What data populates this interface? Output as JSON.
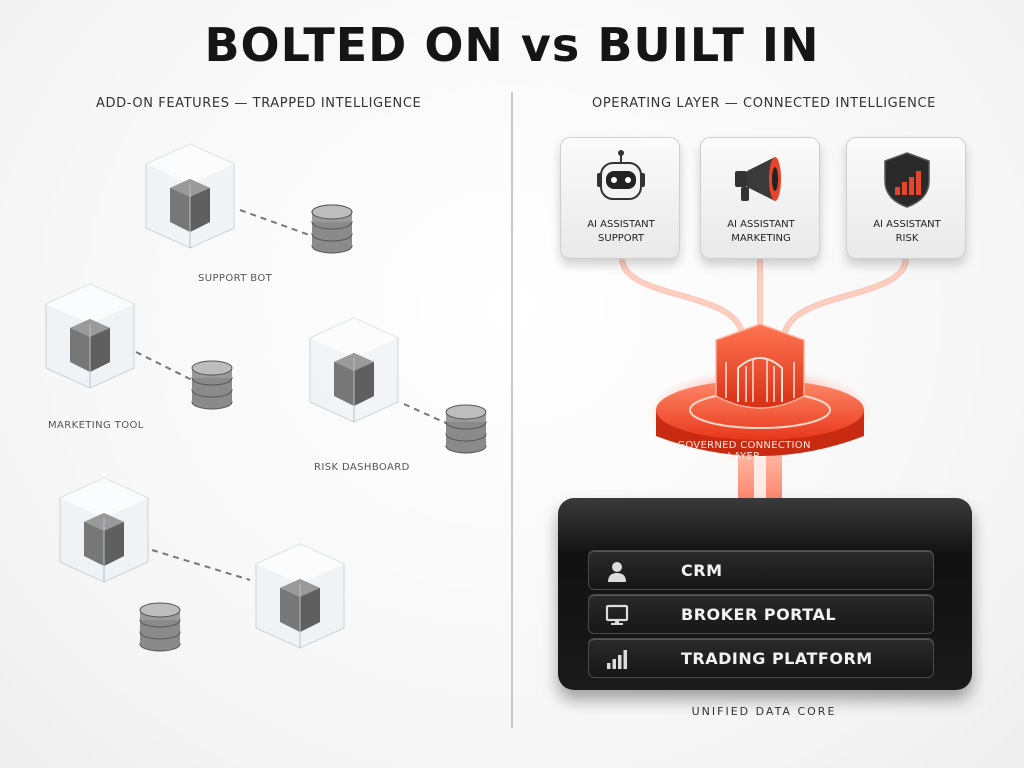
{
  "title": "BOLTED ON vs BUILT IN",
  "left": {
    "heading": "ADD-ON FEATURES — TRAPPED INTELLIGENCE",
    "features": [
      {
        "label": "SUPPORT BOT"
      },
      {
        "label": "MARKETING TOOL"
      },
      {
        "label": "RISK DASHBOARD"
      }
    ]
  },
  "right": {
    "heading": "OPERATING LAYER — CONNECTED INTELLIGENCE",
    "assistants": [
      {
        "line1": "AI ASSISTANT",
        "line2": "SUPPORT",
        "icon": "robot-icon"
      },
      {
        "line1": "AI ASSISTANT",
        "line2": "MARKETING",
        "icon": "megaphone-icon"
      },
      {
        "line1": "AI ASSISTANT",
        "line2": "RISK",
        "icon": "shield-chart-icon"
      }
    ],
    "connection_layer": {
      "label": "GOVERNED CONNECTION LAYER",
      "icon": "gate-shield-icon"
    },
    "core": {
      "caption": "UNIFIED DATA CORE",
      "rows": [
        {
          "label": "CRM",
          "icon": "user-icon"
        },
        {
          "label": "BROKER PORTAL",
          "icon": "monitor-icon"
        },
        {
          "label": "TRADING PLATFORM",
          "icon": "bars-icon"
        }
      ]
    }
  },
  "colors": {
    "accent": "#ff4a2a",
    "glow": "#ff8a6a",
    "core_dark": "#1a1a1a",
    "text_dark": "#151515"
  }
}
